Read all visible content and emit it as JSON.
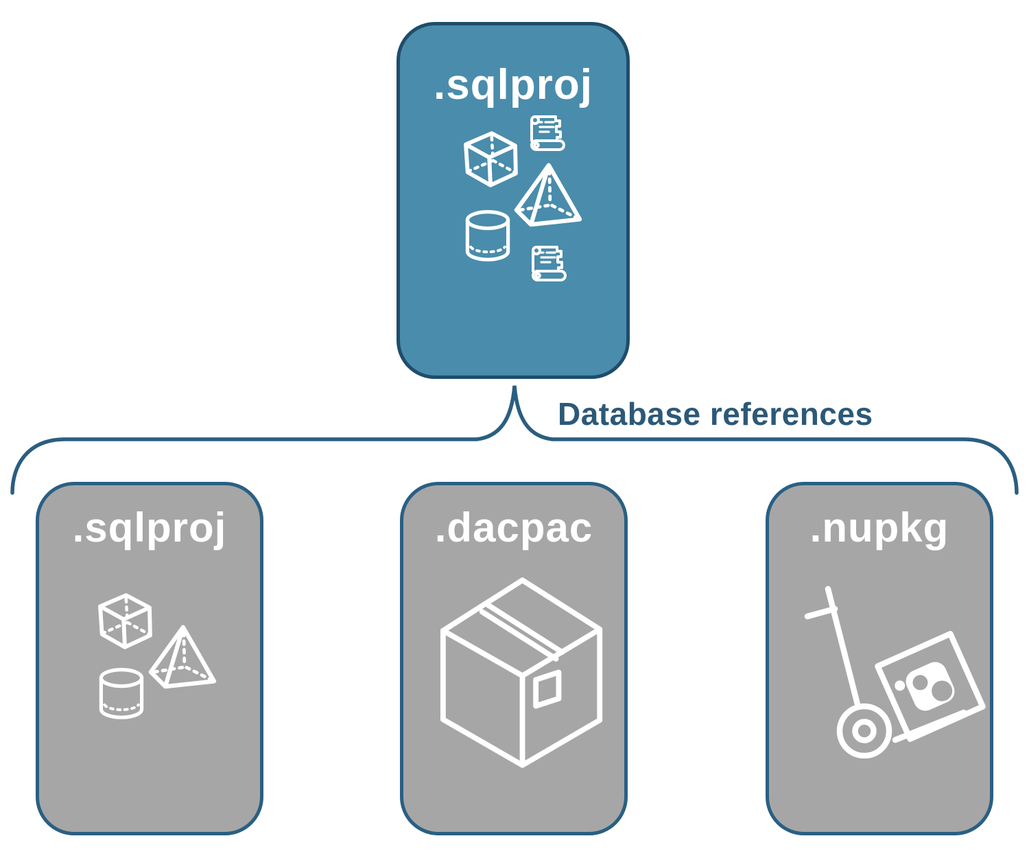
{
  "colors": {
    "background": "#ffffff",
    "teal": "#4A8CAB",
    "teal_border": "#1E4D6B",
    "gray": "#A6A6A6",
    "gray_border": "#2A5F83",
    "connector": "#2A5E80",
    "label": "#2C5977",
    "icon": "#FFFFFF"
  },
  "connector": {
    "label": "Database references"
  },
  "cards": {
    "root": {
      "label": ".sqlproj",
      "icons": [
        "cube-icon",
        "sql-script-scroll-icon",
        "pyramid-icon",
        "cylinder-icon",
        "sql-script-scroll-icon"
      ]
    },
    "children": [
      {
        "label": ".sqlproj",
        "icons": [
          "cube-icon",
          "pyramid-icon",
          "cylinder-icon"
        ]
      },
      {
        "label": ".dacpac",
        "icons": [
          "package-box-icon"
        ]
      },
      {
        "label": ".nupkg",
        "icons": [
          "hand-truck-nuget-package-icon"
        ]
      }
    ]
  }
}
